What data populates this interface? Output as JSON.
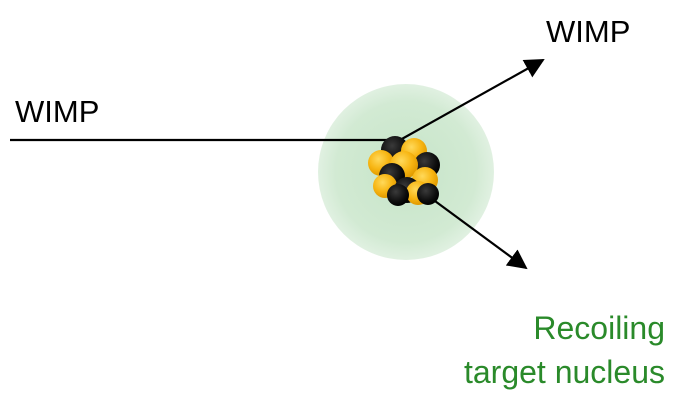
{
  "labels": {
    "incoming": "WIMP",
    "outgoing": "WIMP",
    "recoil_line1": "Recoiling",
    "recoil_line2": "target nucleus"
  },
  "colors": {
    "halo": "#cfe8d0",
    "line": "#000000",
    "nucleon_dark": "#0c0c0c",
    "nucleon_gold": "#f5b30f",
    "nucleon_gold_light": "#fccb3b",
    "recoil_text": "#2a8a2a"
  },
  "icons": {
    "nucleus": "nucleus-icon"
  }
}
